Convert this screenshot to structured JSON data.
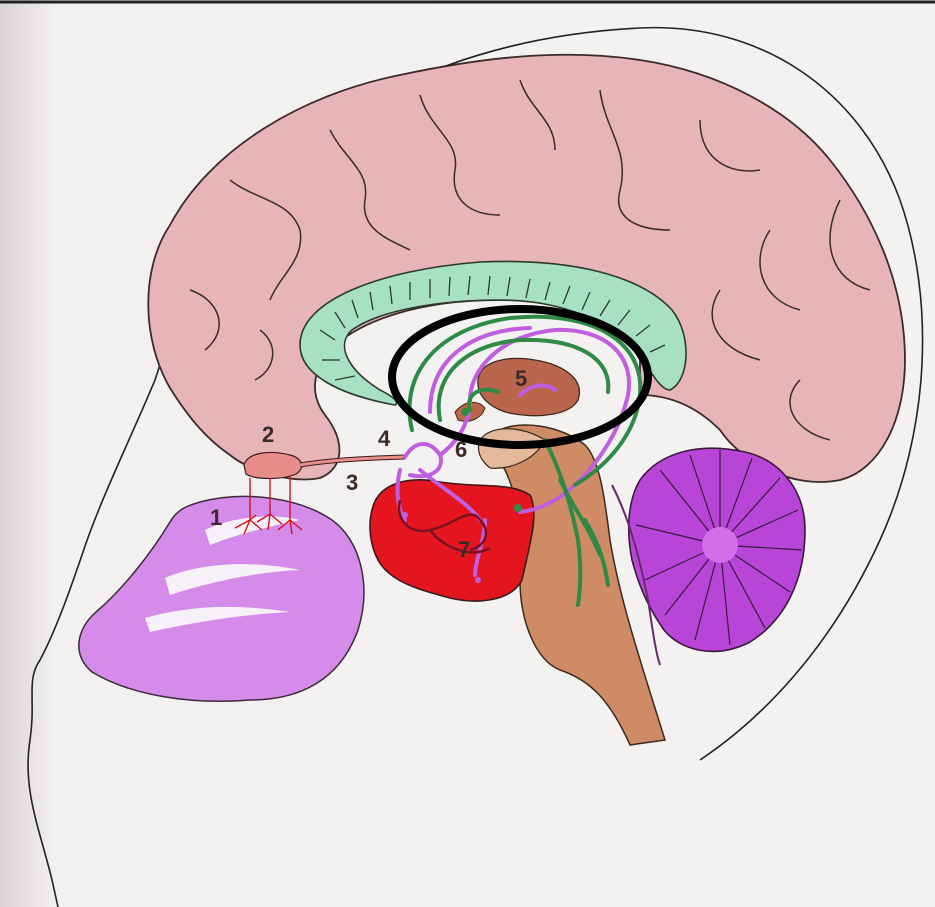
{
  "labels": {
    "olfactory_epithelium": "1",
    "olfactory_bulb": "2",
    "olfactory_tract": "3",
    "septal_area": "4",
    "thalamus": "5",
    "habenula": "6",
    "amygdala": "7"
  },
  "colors": {
    "cerebrum": "#e7b5b7",
    "corpus_callosum": "#a8e0c4",
    "tract_lines": "#2f8a45",
    "purple_pathway": "#c05ee0",
    "amygdala": "#e5151f",
    "brainstem": "#cf8a66",
    "nasal_cavity": "#d58bea",
    "cerebellum": "#b945d8",
    "olfactory_bulb": "#e88e8a",
    "highlight_ring": "#000000"
  }
}
